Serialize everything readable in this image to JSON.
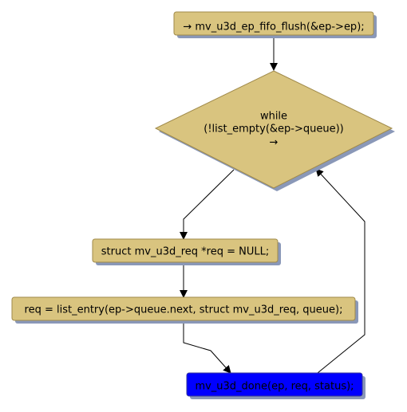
{
  "diagram": {
    "nodes": {
      "flush": {
        "label": "→ mv_u3d_ep_fifo_flush(&ep->ep);"
      },
      "loop": {
        "line1": "while",
        "line2": "(!list_empty(&ep->queue))",
        "line3": "→"
      },
      "decl": {
        "label": "struct mv_u3d_req *req = NULL;"
      },
      "entry": {
        "label": "req = list_entry(ep->queue.next, struct mv_u3d_req, queue);"
      },
      "done": {
        "label": "mv_u3d_done(ep, req, status);"
      }
    },
    "colors": {
      "box_fill": "#d9c47f",
      "box_stroke": "#a08a4a",
      "shadow": "#8a98b8",
      "highlight_fill": "#0000ff",
      "edge": "#000000"
    }
  }
}
